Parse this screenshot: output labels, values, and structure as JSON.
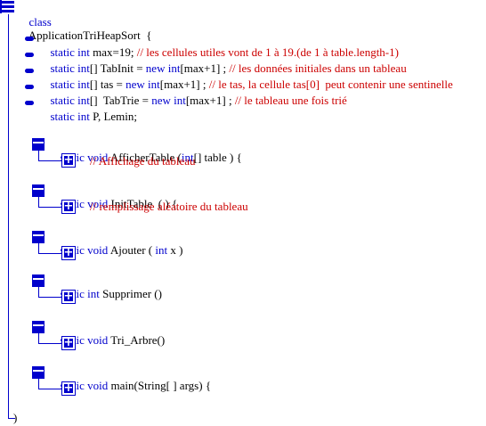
{
  "class_decl": {
    "keyword": "class",
    "name": "ApplicationTriHeapSort  {"
  },
  "fields": [
    {
      "type_kw": "static int",
      "code": " max=19; ",
      "comment": "// les cellules utiles vont de 1 à 19.(de 1 à table.length-1)"
    },
    {
      "type_kw": "static int",
      "code": "[] TabInit = ",
      "new_kw": "new int",
      "code2": "[max+1] ; ",
      "comment": "// les données initiales dans un tableau"
    },
    {
      "type_kw": "static int",
      "code": "[] tas = ",
      "new_kw": "new int",
      "code2": "[max+1] ; ",
      "comment": "// le tas, la cellule tas[0]  peut contenir une sentinelle"
    },
    {
      "type_kw": "static int",
      "code": "[]  TabTrie = ",
      "new_kw": "new int",
      "code2": "[max+1] ; ",
      "comment": "// le tableau une fois trié"
    },
    {
      "type_kw": "static int",
      "code": " P, Lemin;",
      "comment": ""
    }
  ],
  "methods": [
    {
      "kw": "static void",
      "sig": " AfficherTable (",
      "kw2": "int",
      "sig2": "[] table ) {",
      "comment": "// Affichage du tableau"
    },
    {
      "kw": "static void",
      "sig": " InitTable  ( ) {",
      "comment": "// remplissage aléatoire du tableau"
    },
    {
      "kw": "static void",
      "sig": " Ajouter ( ",
      "kw2": "int",
      "sig2": " x )",
      "comment": ""
    },
    {
      "kw": "static int",
      "sig": " Supprimer ()",
      "comment": ""
    },
    {
      "kw": "static void",
      "sig": " Tri_Arbre()",
      "comment": ""
    },
    {
      "kw": "static void",
      "sig": " main(String[ ] args) {",
      "comment": ""
    }
  ],
  "closing_brace": ")",
  "colors": {
    "keyword": "#0000cc",
    "comment": "#cc0000",
    "text": "#000000",
    "tree": "#0000cc"
  }
}
